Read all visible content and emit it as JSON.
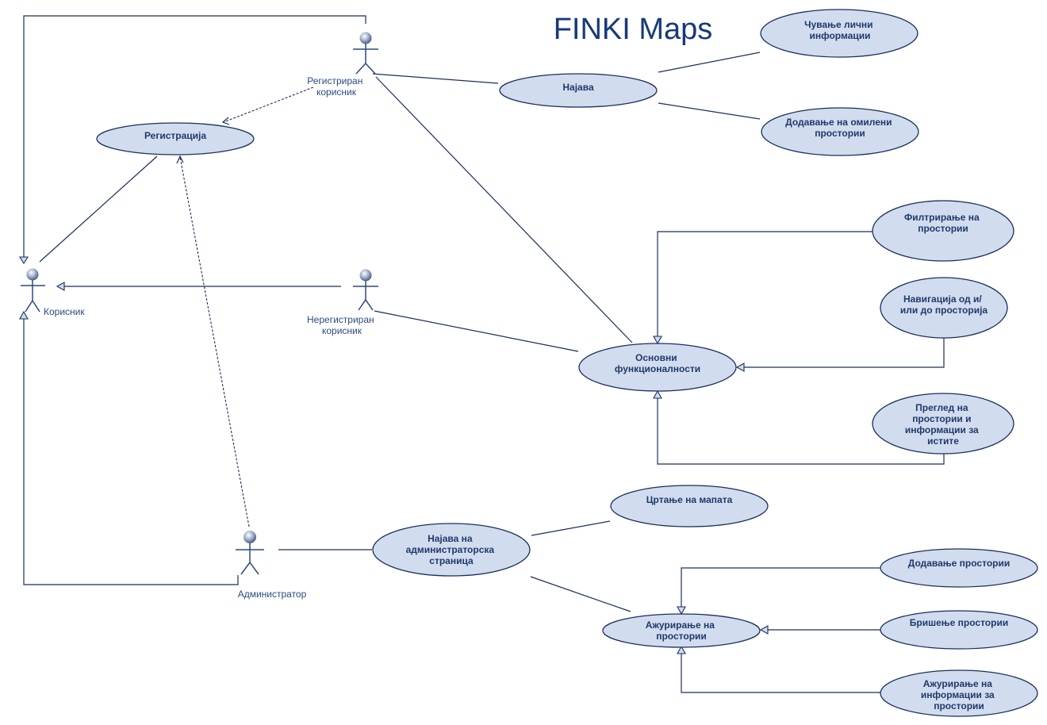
{
  "title": "FINKI Maps",
  "actors": {
    "registered": [
      "Регистриран",
      "корисник"
    ],
    "user": [
      "Корисник"
    ],
    "unregistered": [
      "Нерегистриран",
      "корисник"
    ],
    "admin": [
      "Администратор"
    ]
  },
  "use_cases": {
    "registration": [
      "Регистрација"
    ],
    "login": [
      "Најава"
    ],
    "save_personal": [
      "Чување лични",
      "информации"
    ],
    "add_favorites": [
      "Додавање на омилени",
      "простории"
    ],
    "filter_rooms": [
      "Филтрирање на",
      "простории"
    ],
    "navigation": [
      "Навигација од и/",
      "или до просторија"
    ],
    "basic_func": [
      "Основни",
      "функционалности"
    ],
    "room_overview": [
      "Преглед на",
      "простории  и",
      "информации за",
      "истите"
    ],
    "draw_map": [
      "Цртање на мапата"
    ],
    "admin_login": [
      "Најава на",
      "администраторска",
      "страница"
    ],
    "add_room": [
      "Додавање простории"
    ],
    "update_rooms": [
      "Ажурирање на",
      "простории"
    ],
    "delete_room": [
      "Бришење простории"
    ],
    "update_room_info": [
      "Ажурирање на",
      "информации за",
      "простории"
    ]
  },
  "colors": {
    "fill": "#d1dcef",
    "stroke": "#1b2f5c",
    "text": "#1f3a6b",
    "title": "#173a78"
  }
}
